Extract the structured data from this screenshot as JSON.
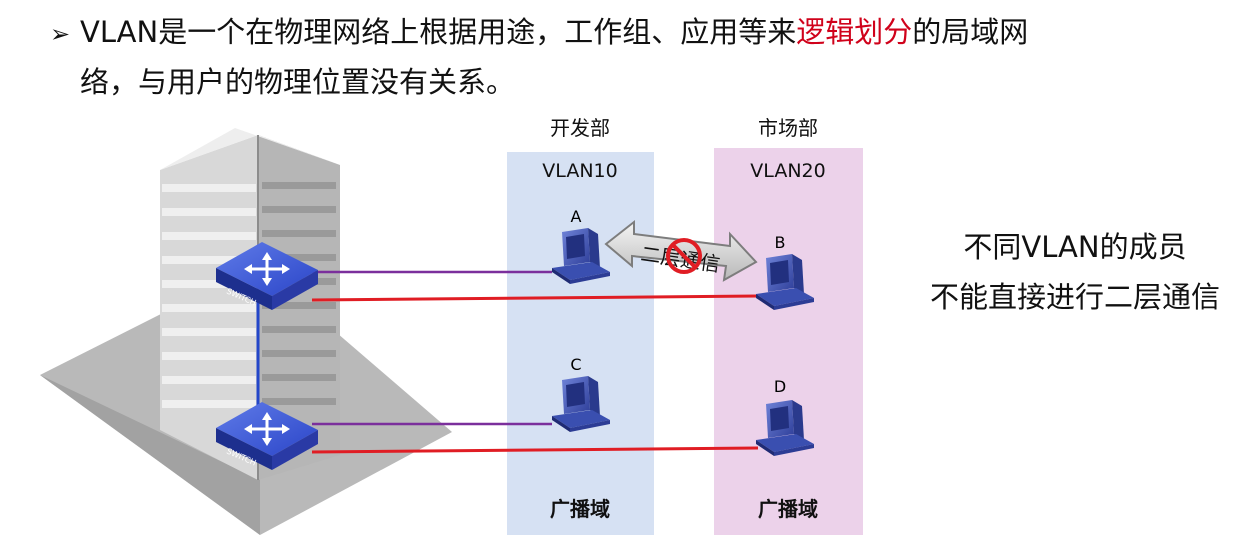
{
  "bullet": {
    "marker": "➢",
    "prefix": "VLAN是一个在物理网络上根据用途，工作组、应用等来",
    "highlight": "逻辑划分",
    "suffix_line1": "的局域网",
    "line2": "络，与用户的物理位置没有关系。"
  },
  "diagram": {
    "groups": [
      {
        "dept": "开发部",
        "vlan": "VLAN10",
        "domain": "广播域"
      },
      {
        "dept": "市场部",
        "vlan": "VLAN20",
        "domain": "广播域"
      }
    ],
    "hosts": [
      "A",
      "B",
      "C",
      "D"
    ],
    "switch_label": "SWITCH",
    "blocked_link_label": "二层通信"
  },
  "note": {
    "line1": "不同VLAN的成员",
    "line2": "不能直接进行二层通信"
  },
  "colors": {
    "highlight": "#d0021b",
    "vlan10_bg": "#d6e1f3",
    "vlan20_bg": "#ecd2ea",
    "link_vlan10": "#7b2f9c",
    "link_vlan20": "#e01d24",
    "trunk": "#2346c9"
  }
}
